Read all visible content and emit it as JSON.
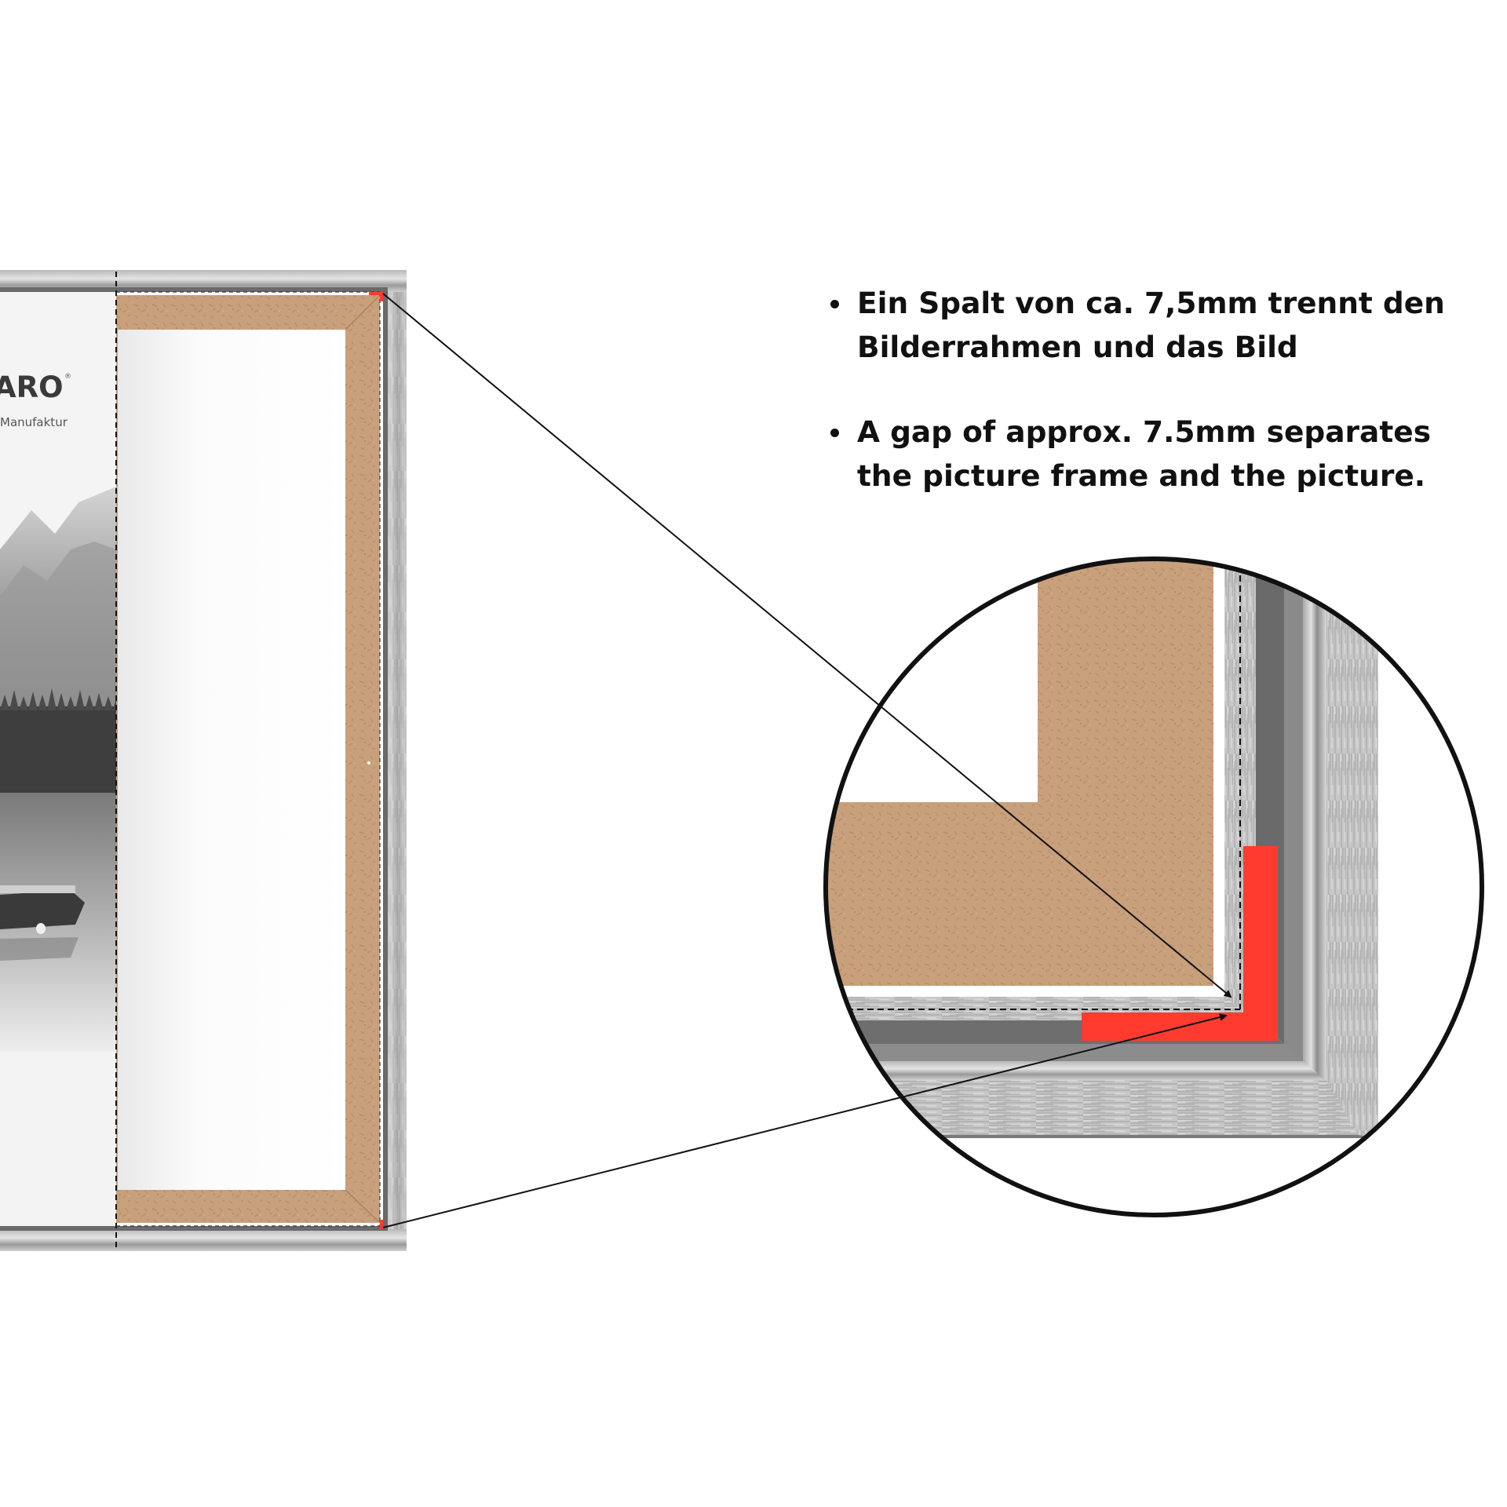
{
  "notes": [
    {
      "lines": [
        "Ein Spalt von ca. 7,5mm trennt den",
        "Bilderrahmen und das Bild"
      ]
    },
    {
      "lines": [
        "A gap of approx. 7.5mm separates",
        "the picture frame and the picture."
      ]
    }
  ],
  "frame": {
    "brand_text": "ARO",
    "brand_mark": "®",
    "brand_subtitle": "Manufaktur"
  },
  "colors": {
    "frame_silver": "#c4c4c4",
    "frame_dark": "#5c5c5c",
    "backing_board": "#c9a07c",
    "gap_highlight": "#ff3b30",
    "text": "#111111"
  }
}
